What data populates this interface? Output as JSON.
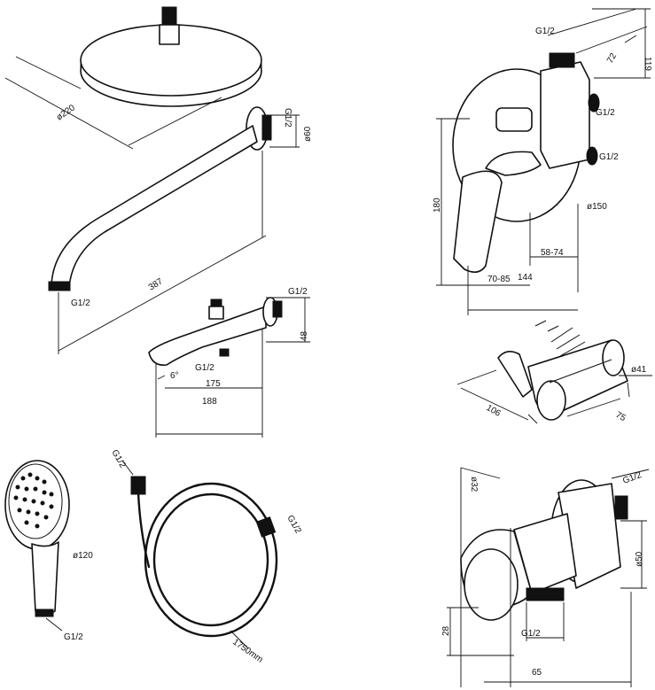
{
  "components": {
    "overhead_shower": {
      "diameter": "ø220"
    },
    "shower_arm": {
      "thread_wall": "G1/2",
      "flange_height": "ø60",
      "length": "387",
      "thread_end": "G1/2"
    },
    "bath_spout": {
      "thread_wall": "G1/2",
      "height": "48",
      "angle": "6°",
      "thread_outlet": "G1/2",
      "length_inner": "175",
      "length_outer": "188"
    },
    "mixer": {
      "depth": "72",
      "height_total": "119",
      "thread_top": "G1/2",
      "thread_mid": "G1/2",
      "thread_low": "G1/2",
      "plate_diameter": "ø150",
      "height_body": "180",
      "span_left": "70-85",
      "span_right": "58-74",
      "span_total": "144"
    },
    "holder": {
      "diameter": "ø41",
      "length": "106",
      "width": "75"
    },
    "hand_shower": {
      "diameter": "ø120",
      "thread": "G1/2"
    },
    "hose": {
      "thread_a": "G1/2",
      "thread_b": "G1/2",
      "length": "1750mm"
    },
    "wall_outlet": {
      "width_top": "ø32",
      "thread_top": "G1/2",
      "flange": "ø50",
      "height": "28",
      "thread_bottom": "G1/2",
      "depth": "65"
    }
  }
}
